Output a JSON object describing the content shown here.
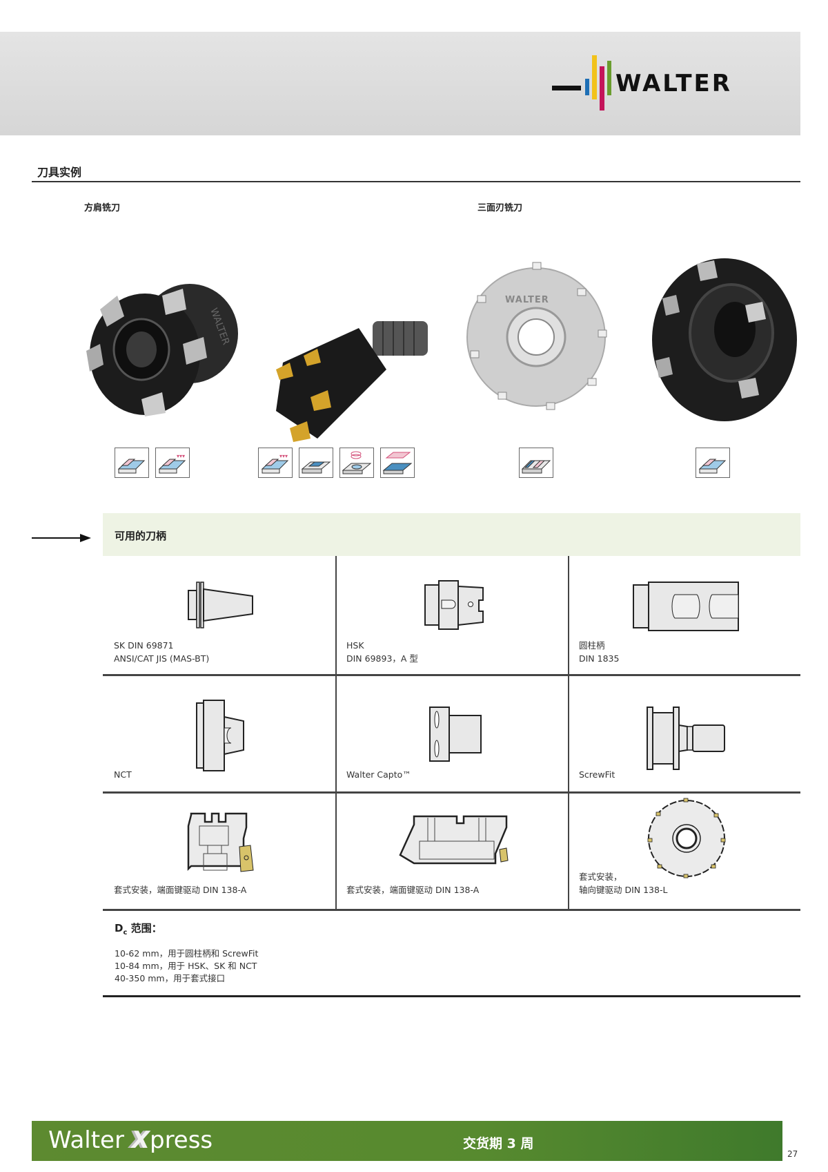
{
  "header": {
    "logo_text": "WALTER",
    "logo_colors": {
      "blue": "#1f6fb5",
      "yellow": "#f2c21a",
      "magenta": "#c4145a",
      "green": "#6a9d2e",
      "dark": "#111111"
    }
  },
  "examples": {
    "title": "刀具实例",
    "groups": [
      {
        "label": "方肩铣刀",
        "products": [
          "square-shoulder-cutter-shell",
          "square-shoulder-cutter-shank"
        ]
      },
      {
        "label": "三面刃铣刀",
        "products": [
          "side-and-face-cutter-disc",
          "side-and-face-cutter-shell"
        ]
      }
    ],
    "operation_icon_sets": [
      {
        "product": 1,
        "icons": [
          "shoulder-milling-icon",
          "shoulder-milling-multi-pass-icon"
        ]
      },
      {
        "product": 2,
        "icons": [
          "shoulder-milling-multi-pass-icon",
          "slot-milling-icon",
          "helical-interpolation-icon",
          "pocket-milling-icon"
        ]
      },
      {
        "product": 3,
        "icons": [
          "groove-milling-icon"
        ]
      },
      {
        "product": 4,
        "icons": [
          "shoulder-milling-icon"
        ]
      }
    ]
  },
  "adaptors": {
    "title": "可用的刀柄",
    "cells": [
      {
        "line1": "SK DIN 69871",
        "line2": "ANSI/CAT JIS (MAS-BT)",
        "drawing": "sk-taper"
      },
      {
        "line1": "HSK",
        "line2": "DIN 69893，A 型",
        "drawing": "hsk"
      },
      {
        "line1": "圆柱柄",
        "line2": "DIN 1835",
        "drawing": "cylindrical-shank"
      },
      {
        "line1": "NCT",
        "line2": "",
        "drawing": "nct"
      },
      {
        "line1": "Walter Capto™",
        "line2": "",
        "drawing": "capto"
      },
      {
        "line1": "ScrewFit",
        "line2": "",
        "drawing": "screwfit"
      },
      {
        "line1": "套式安装，端面键驱动 DIN 138-A",
        "line2": "",
        "drawing": "shell-mount-a"
      },
      {
        "line1": "套式安装，端面键驱动 DIN 138-A",
        "line2": "",
        "drawing": "shell-mount-a-wide"
      },
      {
        "line1": "套式安装，",
        "line2": "轴向键驱动 DIN 138-L",
        "drawing": "shell-mount-l"
      }
    ]
  },
  "dc_range": {
    "title_main": "D",
    "title_sub": "c",
    "title_rest": " 范围：",
    "lines": [
      "10-62 mm，用于圆柱柄和 ScrewFit",
      "10-84 mm，用于 HSK、SK 和 NCT",
      "40-350 mm，用于套式接口"
    ]
  },
  "footer": {
    "brand_left": "Walter ",
    "brand_x": "X",
    "brand_right": "press",
    "delivery": "交货期 3 周",
    "page_number": "27",
    "color": "#5a8a30"
  }
}
